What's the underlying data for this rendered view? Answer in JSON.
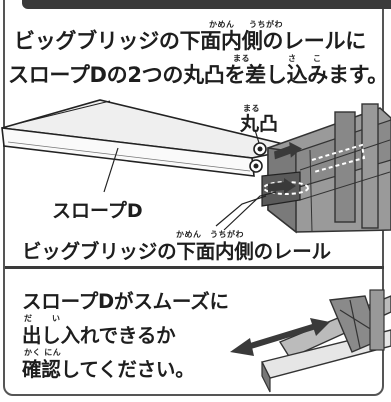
{
  "step": {
    "instruction_line1": "ビッグブリッジの下面内側のレールに",
    "instruction_line2": "スロープDの2つの丸凸を差し込みます。",
    "furigana": {
      "kamen": "かめん",
      "uchigawa": "うちがわ",
      "maru": "まる",
      "sa": "さ",
      "ko": "こ"
    }
  },
  "illustration": {
    "label_maru_totsu": "丸凸",
    "label_slope_d": "スロープD",
    "caption": "ビッグブリッジの下面内側のレール"
  },
  "check": {
    "line1": "スロープDがスムーズに",
    "line2": "出し入れできるか",
    "line3": "確認してください。",
    "furigana": {
      "da": "だ",
      "i": "い",
      "kakunin": "かく にん"
    }
  },
  "colors": {
    "ink": "#1e1e1e",
    "frame": "#555555",
    "bridge_fill": "#9a9a9a",
    "bridge_dark": "#5a5a5a",
    "slope_fill": "#efefef",
    "arrow_fill": "#3a3a3a"
  }
}
